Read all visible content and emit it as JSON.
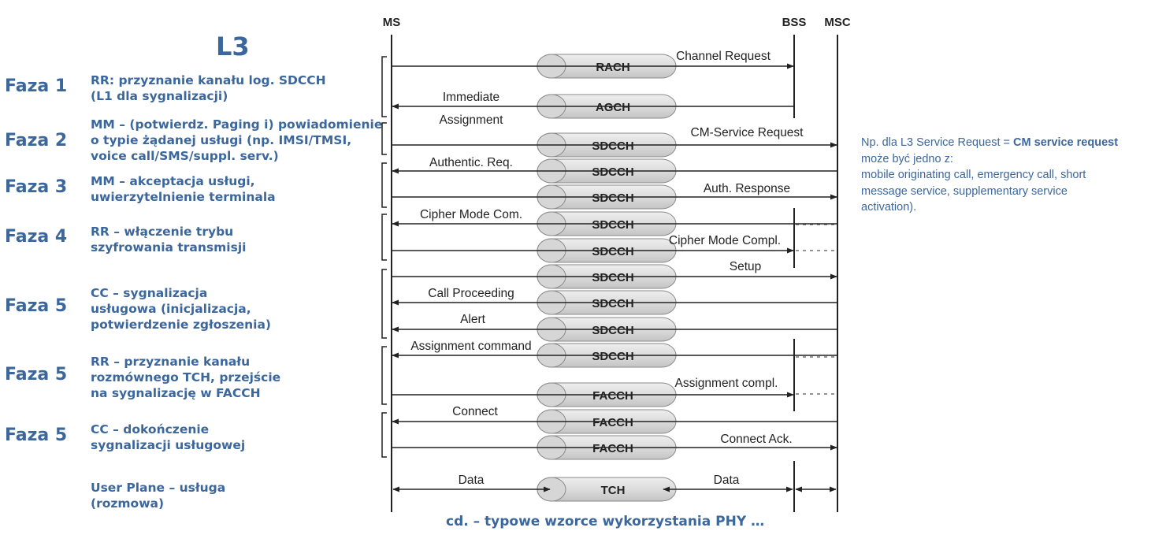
{
  "title": "L3",
  "nodes": [
    "MS",
    "BSS",
    "MSC"
  ],
  "phases": [
    {
      "label": "Faza 1",
      "desc": [
        "RR: przyznanie kanału log. SDCCH",
        "(L1 dla sygnalizacji)"
      ]
    },
    {
      "label": "Faza 2",
      "desc": [
        "MM – (potwierdz. Paging i) powiadomienie",
        "o typie żądanej usługi (np. IMSI/TMSI,",
        "voice call/SMS/suppl. serv.)"
      ]
    },
    {
      "label": "Faza 3",
      "desc": [
        "MM – akceptacja usługi,",
        "uwierzytelnienie terminala"
      ]
    },
    {
      "label": "Faza 4",
      "desc": [
        "RR – włączenie trybu",
        "szyfrowania transmisji"
      ]
    },
    {
      "label": "Faza 5",
      "desc": [
        "CC – sygnalizacja",
        "usługowa (inicjalizacja,",
        "potwierdzenie zgłoszenia)"
      ]
    },
    {
      "label": "Faza 5",
      "desc": [
        "RR – przyznanie kanału",
        "rozmównego TCH, przejście",
        "na sygnalizację w FACCH"
      ]
    },
    {
      "label": "Faza 5",
      "desc": [
        "CC – dokończenie",
        "sygnalizacji usługowej"
      ]
    },
    {
      "label": "",
      "desc": [
        "User Plane – usługa",
        "(rozmowa)"
      ]
    }
  ],
  "channels": [
    "RACH",
    "AGCH",
    "SDCCH",
    "SDCCH",
    "SDCCH",
    "SDCCH",
    "SDCCH",
    "SDCCH",
    "SDCCH",
    "SDCCH",
    "SDCCH",
    "FACCH",
    "FACCH",
    "FACCH",
    "TCH"
  ],
  "messages": [
    {
      "label": [
        "Channel Request"
      ],
      "from": "MS",
      "to": "BSS"
    },
    {
      "label": [
        "Immediate",
        "Assignment"
      ],
      "from": "BSS",
      "to": "MS"
    },
    {
      "label": [
        "CM-Service Request"
      ],
      "from": "MS",
      "to": "MSC"
    },
    {
      "label": [
        "Authentic. Req."
      ],
      "from": "MSC",
      "to": "MS"
    },
    {
      "label": [
        "Auth. Response"
      ],
      "from": "MS",
      "to": "MSC"
    },
    {
      "label": [
        "Cipher Mode Com."
      ],
      "from": "MSC",
      "to": "MS"
    },
    {
      "label": [
        "Cipher Mode Compl."
      ],
      "from": "MS",
      "to": "BSS"
    },
    {
      "label": [
        "Setup"
      ],
      "from": "MS",
      "to": "MSC"
    },
    {
      "label": [
        "Call Proceeding"
      ],
      "from": "MSC",
      "to": "MS"
    },
    {
      "label": [
        "Alert"
      ],
      "from": "MSC",
      "to": "MS"
    },
    {
      "label": [
        "Assignment command"
      ],
      "from": "MSC",
      "to": "MS"
    },
    {
      "label": [
        "Assignment compl."
      ],
      "from": "MS",
      "to": "BSS"
    },
    {
      "label": [
        "Connect"
      ],
      "from": "MSC",
      "to": "MS"
    },
    {
      "label": [
        "Connect Ack."
      ],
      "from": "MS",
      "to": "MSC"
    },
    {
      "label": [
        "Data",
        "Data"
      ],
      "from": "MS",
      "to": "MSC"
    }
  ],
  "note": {
    "prefix": "Np. dla L3 Service Request = ",
    "bold": "CM service request",
    "lines": [
      "może być jedno z:",
      "mobile originating call, emergency call, short",
      "message service, supplementary service",
      "activation)."
    ]
  },
  "caption": "cd. – typowe wzorce wykorzystania PHY …",
  "colors": {
    "accent": "#3c679c",
    "line": "#222222",
    "cylinder": "#d9d9d9"
  }
}
